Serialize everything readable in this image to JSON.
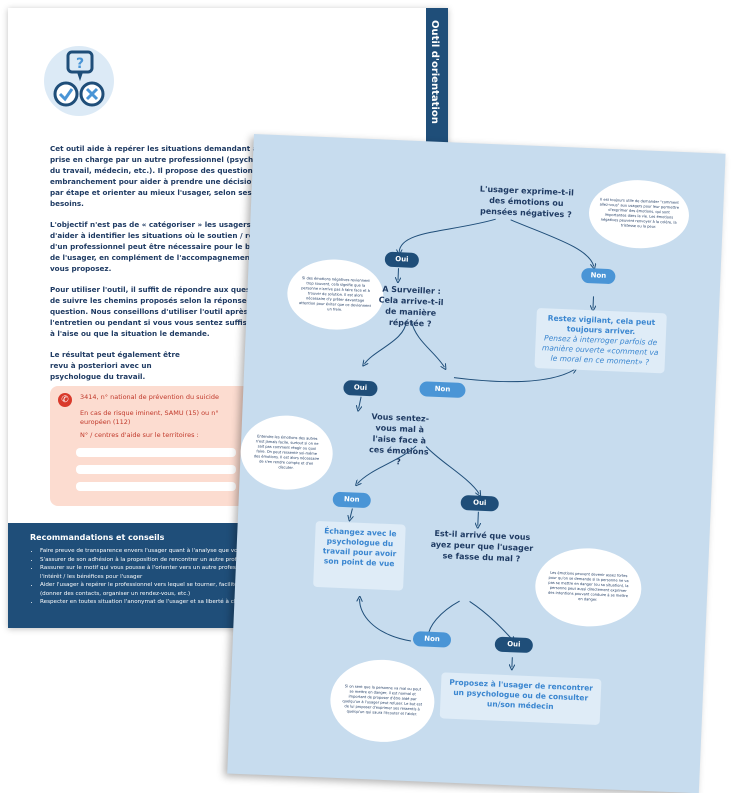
{
  "back": {
    "side_title": "Outil d'orientation",
    "intro": [
      "Cet outil aide à repérer les situations demandant à être prise en charge par un autre professionnel (psychologue du travail, médecin, etc.). Il propose des questions à embranchement pour aider à prendre une décision étape par étape et orienter au mieux l'usager, selon ses besoins.",
      "L'objectif n'est pas de « catégoriser » les usagers mais d'aider à identifier les situations où le soutien / relais d'un professionnel peut être nécessaire pour le bien-être de l'usager, en complément de l'accompagnement que vous proposez.",
      "Pour utiliser l'outil, il suffit de répondre aux questions et de suivre les chemins proposés selon la réponse à chaque question. Nous conseillons d'utiliser l'outil après l'entretien ou pendant si vous vous sentez suffisamment à l'aise ou que la situation le demande.",
      "Le résultat peut également être revu à posteriori avec un psychologue du travail."
    ],
    "alert": {
      "line1": "3414, n° national de prévention du suicide",
      "line2": "En cas de risque iminent, SAMU (15) ou n° européen (112)",
      "line3": "N° / centres d'aide sur le territoires :"
    },
    "reco": {
      "title": "Recommandations et conseils",
      "items": [
        "Faire preuve de transparence envers l'usager quant à l'analyse que vous",
        "S'assurer de son adhésion à la proposition de rencontrer un autre profes",
        "Rassurer sur le motif qui vous pousse à l'orienter vers un autre professio",
        "l'intérêt / les bénéfices pour l'usager",
        "Aider l'usager à repérer le professionnel vers lequel se tourner, faciliter",
        "(donner des contacts, organiser un rendez-vous, etc.)",
        "Respecter en toutes situation l'anonymat de l'usager et sa liberté à ch"
      ]
    }
  },
  "front": {
    "q1": "L'usager exprime-t-il des émotions ou pensées négatives ?",
    "q2": "A Surveiller : Cela arrive-t-il de manière répétée ?",
    "q3": "Vous sentez-vous mal à l'aise face à ces émotions ?",
    "q4": "Est-il arrivé que vous ayez peur que l'usager se fasse du mal ?",
    "oui": "Oui",
    "non": "Non",
    "r1_bold": "Restez vigilant, cela peut toujours arriver.",
    "r1_italic": "Pensez à interroger parfois de manière ouverte «comment va le moral en ce moment» ?",
    "r2": "Échangez avec le psychologue du travail pour avoir son point de vue",
    "r3": "Proposez à l'usager de rencontrer un psychologue ou de consulter un/son médecin",
    "b1": "Il est toujours utile de demander \"comment allez-vous\" aux usagers pour leur permettre d'exprimer des émotions, qui sont importantes dans la vie. Les émotions négatives peuvent renvoyer à la colère, la tristesse ou la peur.",
    "b2": "Si des émotions négatives reviennent trop souvent, cela signifie que la personne n'arrive pas à faire face et à trouver de solution. Il est alors nécessaire d'y prêter davantage attention pour éviter que ce deviennent un frein.",
    "b3": "Entendre les émotions des autres n'est jamais facile, surtout si on ne sait pas comment réagir ou quoi faire. On peut ressentir soi-même des émotions. Il est alors nécessaire de s'en rendre compte et d'en discuter.",
    "b4": "Les émotions peuvent devenir assez fortes pour qu'on se demande si la personne ne va pas se mettre en danger (ou sa situation), la personne peut aussi directement exprimer des intentions pouvant conduire à se mettre en danger.",
    "b5": "Si on sent que la personne va mal ou peut se mettre en danger, il est normal et important de proposer d'être aidé par quelqu'un à l'usager peut refuser. Le but est de lui proposer d'exprimer ses ressentis à quelqu'un qui saura l'écouter et l'aider."
  },
  "colors": {
    "navy": "#1f4e79",
    "sheet_blue": "#c7dcee",
    "accent_blue": "#4a95d6",
    "alert_pink": "#fcdcd0",
    "alert_red": "#d93a2b"
  }
}
